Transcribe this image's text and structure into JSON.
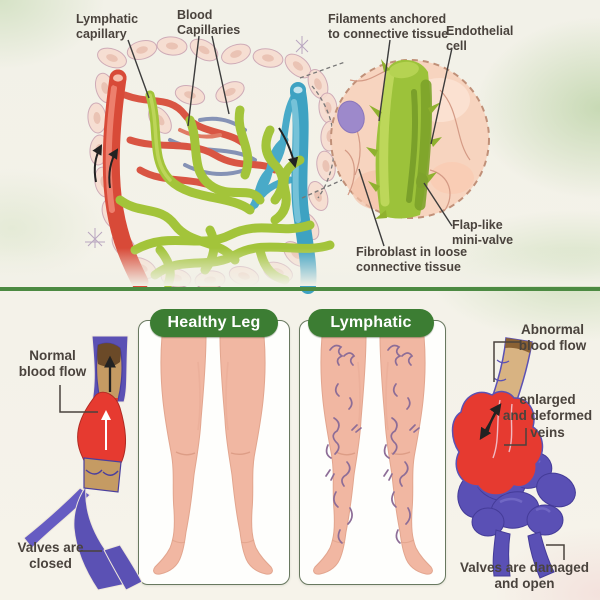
{
  "top_section": {
    "labels": {
      "lymphatic_capillary": "Lymphatic\ncapillary",
      "blood_capillaries": "Blood\nCapillaries",
      "filaments_anchored": "Filaments anchored\nto connective tissue",
      "endothelial_cell": "Endothelial\ncell",
      "flap_like_mini_valve": "Flap-like\nmini-valve",
      "fibroblast_loose_tissue": "Fibroblast in loose\nconnective tissue"
    }
  },
  "bottom_section": {
    "healthy_panel_label": "Healthy Leg",
    "lymphatic_panel_label": "Lymphatic",
    "labels": {
      "normal_blood_flow": "Normal\nblood flow",
      "valves_closed": "Valves are\nclosed",
      "abnormal_blood_flow": "Abnormal\nblood flow",
      "enlarged_deformed_veins": "enlarged\nand deformed\nveins",
      "valves_damaged": "Valves are damaged\nand open"
    }
  },
  "colors": {
    "background": "#f2f1e8",
    "divider_green": "#4c8a42",
    "pill_green": "#3c7d33",
    "artery_red": "#d84a38",
    "vein_teal": "#3ea2c2",
    "lymph_green": "#a3c43a",
    "vein_purple": "#5b51b4",
    "blood_red": "#e63a30",
    "valve_tan": "#c59b63",
    "skin": "#f1b7a2",
    "varicose_purple": "#8d6d97",
    "label_text": "#4a433d"
  }
}
